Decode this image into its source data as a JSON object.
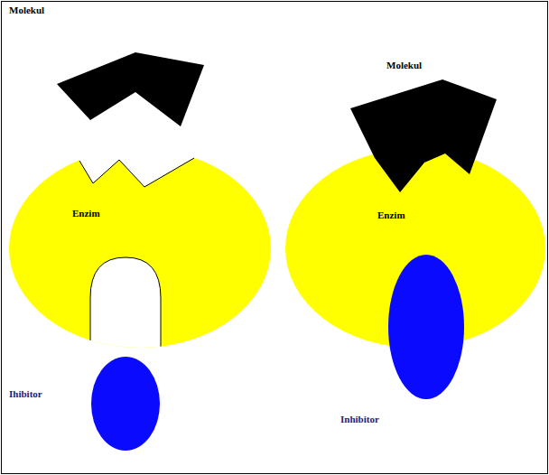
{
  "diagram": {
    "nodes": [
      {
        "text": [
          "Enzim"
        ]
      },
      {
        "text": [
          "Enzim"
        ]
      }
    ],
    "labels": [
      "Molekul",
      "Molekul",
      "Ihibitor",
      "Inhibitor"
    ]
  }
}
